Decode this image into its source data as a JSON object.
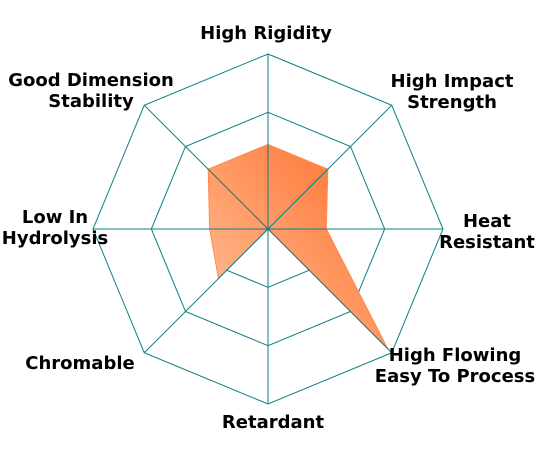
{
  "chart_data": {
    "type": "radar",
    "title": "",
    "axes": [
      [
        "High Rigidity"
      ],
      [
        "High Impact",
        "Strength"
      ],
      [
        "Heat",
        "Resistant"
      ],
      [
        "High Flowing",
        "Easy To Process"
      ],
      [
        "Retardant"
      ],
      [
        "Chromable"
      ],
      [
        "Low In",
        "Hydrolysis"
      ],
      [
        "Good Dimension",
        "Stability"
      ]
    ],
    "rlim": [
      0,
      3
    ],
    "grid_levels": 3,
    "grid": true,
    "legend": "none",
    "series": [
      {
        "values": [
          1.45,
          1.45,
          1.0,
          2.9,
          0.0,
          1.2,
          1.0,
          1.45
        ]
      }
    ],
    "colors": {
      "grid": "#0f7f82",
      "fill_light": "#ffc59e",
      "fill_dark": "#ff6a26",
      "fill_stroke": "#ff8a4a"
    }
  }
}
